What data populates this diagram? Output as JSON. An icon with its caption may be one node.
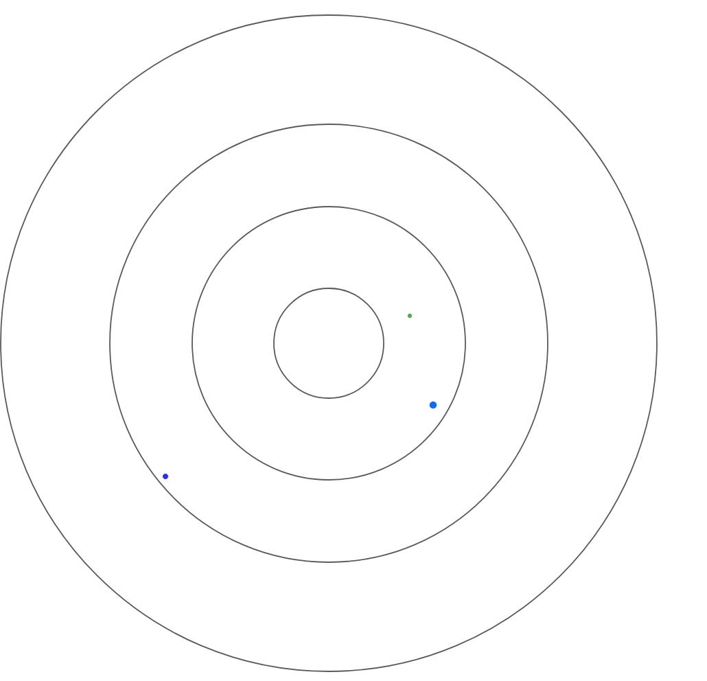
{
  "diagram": {
    "nodes": [
      {
        "text": [],
        "shape": "circle"
      },
      {
        "text": [],
        "shape": "circle",
        "in": 0
      },
      {
        "text": [],
        "shape": "circle",
        "in": 1
      },
      {
        "text": [],
        "shape": "circle",
        "in": 2
      },
      {
        "text": [],
        "shape": "dot",
        "in": 2
      },
      {
        "text": [],
        "shape": "dot",
        "in": 2
      },
      {
        "text": [],
        "shape": "dot",
        "in": 1
      }
    ]
  }
}
